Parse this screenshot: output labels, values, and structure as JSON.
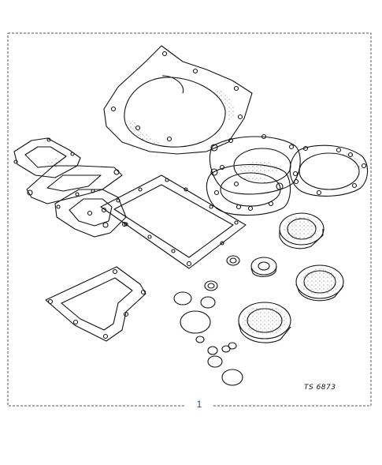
{
  "diagram": {
    "reference_code": "TS 6873",
    "callouts": [
      {
        "number": "1"
      }
    ],
    "parts": [
      "large-cover-gasket",
      "flange-gasket-left",
      "flange-gasket-right",
      "flange-gasket-front",
      "top-cover-gasket",
      "stacked-plate-gasket-1",
      "stacked-plate-gasket-2",
      "stacked-plate-gasket-3",
      "small-plate-gasket",
      "oil-seal-large",
      "oil-seal-medium",
      "oil-seal-small",
      "washer-seal",
      "o-rings"
    ]
  }
}
